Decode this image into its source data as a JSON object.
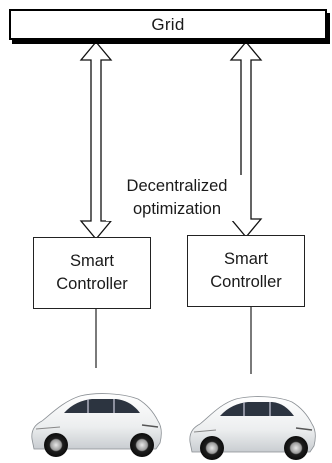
{
  "grid": {
    "label": "Grid"
  },
  "caption": {
    "line1": "Decentralized",
    "line2": "optimization"
  },
  "controllers": [
    {
      "line1": "Smart",
      "line2": "Controller"
    },
    {
      "line1": "Smart",
      "line2": "Controller"
    }
  ],
  "vehicles": [
    {
      "icon": "electric-car-icon"
    },
    {
      "icon": "electric-car-icon"
    }
  ]
}
